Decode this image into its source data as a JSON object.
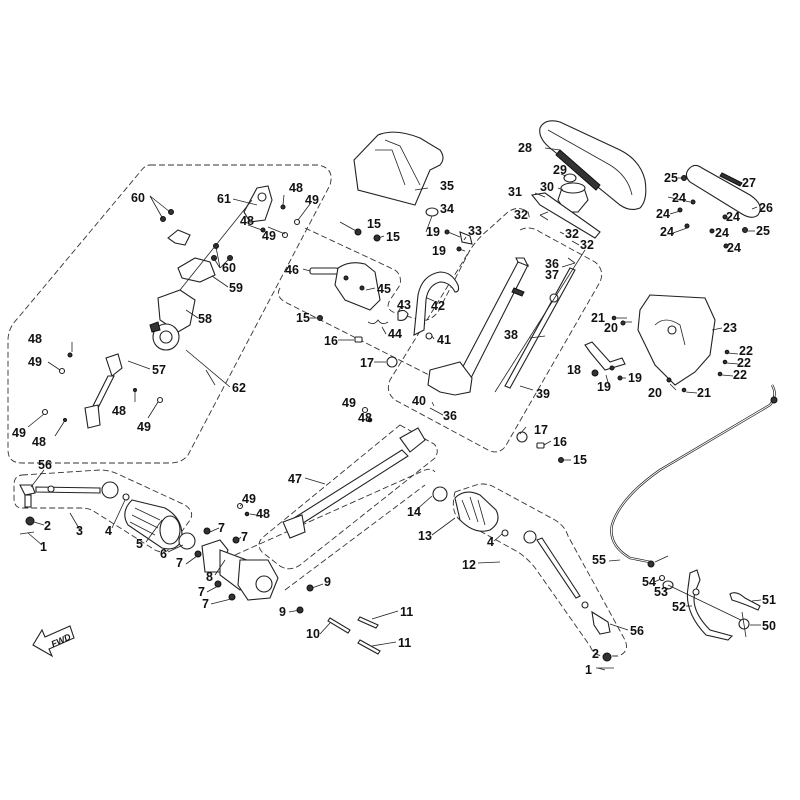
{
  "diagram": {
    "title": "Steering system exploded view",
    "direction_label": "FWD",
    "callouts": [
      {
        "id": "c56a",
        "label": "56"
      },
      {
        "id": "c2a",
        "label": "2"
      },
      {
        "id": "c1a",
        "label": "1"
      },
      {
        "id": "c3",
        "label": "3"
      },
      {
        "id": "c4a",
        "label": "4"
      },
      {
        "id": "c5",
        "label": "5"
      },
      {
        "id": "c6",
        "label": "6"
      },
      {
        "id": "c7a",
        "label": "7"
      },
      {
        "id": "c7b",
        "label": "7"
      },
      {
        "id": "c7c",
        "label": "7"
      },
      {
        "id": "c7d",
        "label": "7"
      },
      {
        "id": "c7e",
        "label": "7"
      },
      {
        "id": "c8",
        "label": "8"
      },
      {
        "id": "c9a",
        "label": "9"
      },
      {
        "id": "c9b",
        "label": "9"
      },
      {
        "id": "c10",
        "label": "10"
      },
      {
        "id": "c11a",
        "label": "11"
      },
      {
        "id": "c11b",
        "label": "11"
      },
      {
        "id": "c12",
        "label": "12"
      },
      {
        "id": "c13",
        "label": "13"
      },
      {
        "id": "c14",
        "label": "14"
      },
      {
        "id": "c4b",
        "label": "4"
      },
      {
        "id": "c56b",
        "label": "56"
      },
      {
        "id": "c2b",
        "label": "2"
      },
      {
        "id": "c1b",
        "label": "1"
      },
      {
        "id": "c15a",
        "label": "15"
      },
      {
        "id": "c15b",
        "label": "15"
      },
      {
        "id": "c15c",
        "label": "15"
      },
      {
        "id": "c15d",
        "label": "15"
      },
      {
        "id": "c16a",
        "label": "16"
      },
      {
        "id": "c16b",
        "label": "16"
      },
      {
        "id": "c17a",
        "label": "17"
      },
      {
        "id": "c17b",
        "label": "17"
      },
      {
        "id": "c18",
        "label": "18"
      },
      {
        "id": "c19a",
        "label": "19"
      },
      {
        "id": "c19b",
        "label": "19"
      },
      {
        "id": "c19c",
        "label": "19"
      },
      {
        "id": "c19d",
        "label": "19"
      },
      {
        "id": "c20a",
        "label": "20"
      },
      {
        "id": "c20b",
        "label": "20"
      },
      {
        "id": "c21a",
        "label": "21"
      },
      {
        "id": "c21b",
        "label": "21"
      },
      {
        "id": "c22a",
        "label": "22"
      },
      {
        "id": "c22b",
        "label": "22"
      },
      {
        "id": "c22c",
        "label": "22"
      },
      {
        "id": "c23",
        "label": "23"
      },
      {
        "id": "c24a",
        "label": "24"
      },
      {
        "id": "c24b",
        "label": "24"
      },
      {
        "id": "c24c",
        "label": "24"
      },
      {
        "id": "c24d",
        "label": "24"
      },
      {
        "id": "c24e",
        "label": "24"
      },
      {
        "id": "c24f",
        "label": "24"
      },
      {
        "id": "c25a",
        "label": "25"
      },
      {
        "id": "c25b",
        "label": "25"
      },
      {
        "id": "c26",
        "label": "26"
      },
      {
        "id": "c27",
        "label": "27"
      },
      {
        "id": "c28",
        "label": "28"
      },
      {
        "id": "c29",
        "label": "29"
      },
      {
        "id": "c30",
        "label": "30"
      },
      {
        "id": "c31",
        "label": "31"
      },
      {
        "id": "c32a",
        "label": "32"
      },
      {
        "id": "c32b",
        "label": "32"
      },
      {
        "id": "c32c",
        "label": "32"
      },
      {
        "id": "c33",
        "label": "33"
      },
      {
        "id": "c34",
        "label": "34"
      },
      {
        "id": "c35",
        "label": "35"
      },
      {
        "id": "c36a",
        "label": "36"
      },
      {
        "id": "c36b",
        "label": "36"
      },
      {
        "id": "c37",
        "label": "37"
      },
      {
        "id": "c38",
        "label": "38"
      },
      {
        "id": "c39",
        "label": "39"
      },
      {
        "id": "c40",
        "label": "40"
      },
      {
        "id": "c41",
        "label": "41"
      },
      {
        "id": "c42",
        "label": "42"
      },
      {
        "id": "c43",
        "label": "43"
      },
      {
        "id": "c44",
        "label": "44"
      },
      {
        "id": "c45",
        "label": "45"
      },
      {
        "id": "c46",
        "label": "46"
      },
      {
        "id": "c47",
        "label": "47"
      },
      {
        "id": "c48a",
        "label": "48"
      },
      {
        "id": "c48b",
        "label": "48"
      },
      {
        "id": "c48c",
        "label": "48"
      },
      {
        "id": "c48d",
        "label": "48"
      },
      {
        "id": "c48e",
        "label": "48"
      },
      {
        "id": "c48f",
        "label": "48"
      },
      {
        "id": "c48g",
        "label": "48"
      },
      {
        "id": "c49a",
        "label": "49"
      },
      {
        "id": "c49b",
        "label": "49"
      },
      {
        "id": "c49c",
        "label": "49"
      },
      {
        "id": "c49d",
        "label": "49"
      },
      {
        "id": "c49e",
        "label": "49"
      },
      {
        "id": "c49f",
        "label": "49"
      },
      {
        "id": "c49g",
        "label": "49"
      },
      {
        "id": "c50",
        "label": "50"
      },
      {
        "id": "c51",
        "label": "51"
      },
      {
        "id": "c52",
        "label": "52"
      },
      {
        "id": "c53",
        "label": "53"
      },
      {
        "id": "c54",
        "label": "54"
      },
      {
        "id": "c55",
        "label": "55"
      },
      {
        "id": "c57",
        "label": "57"
      },
      {
        "id": "c58",
        "label": "58"
      },
      {
        "id": "c59",
        "label": "59"
      },
      {
        "id": "c60a",
        "label": "60"
      },
      {
        "id": "c60b",
        "label": "60"
      },
      {
        "id": "c61",
        "label": "61"
      },
      {
        "id": "c62",
        "label": "62"
      }
    ]
  }
}
